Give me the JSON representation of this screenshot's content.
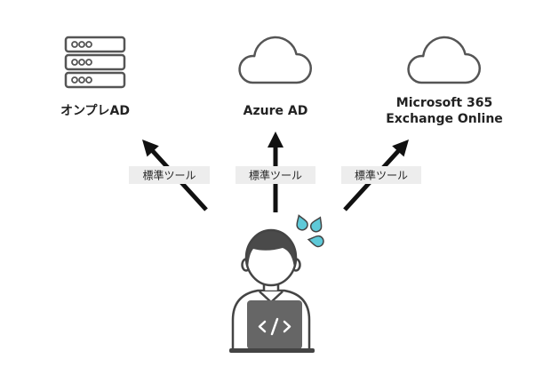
{
  "nodes": {
    "onprem": {
      "label": "オンプレAD",
      "icon": "server-icon"
    },
    "azure": {
      "label": "Azure AD",
      "icon": "cloud-icon"
    },
    "m365": {
      "label_lines": [
        "Microsoft 365",
        "Exchange Online"
      ],
      "icon": "cloud-icon"
    }
  },
  "edges": [
    {
      "label": "標準ツール"
    },
    {
      "label": "標準ツール"
    },
    {
      "label": "標準ツール"
    }
  ],
  "person": {
    "icon": "developer-icon",
    "laptop_icon": "code-icon",
    "sweat_icon": "sweat-drops-icon"
  },
  "colors": {
    "icon_stroke": "#555555",
    "arrow": "#111111",
    "label_bg": "#ededed",
    "sweat": "#5ec9d8",
    "laptop": "#666666",
    "text": "#222222"
  }
}
